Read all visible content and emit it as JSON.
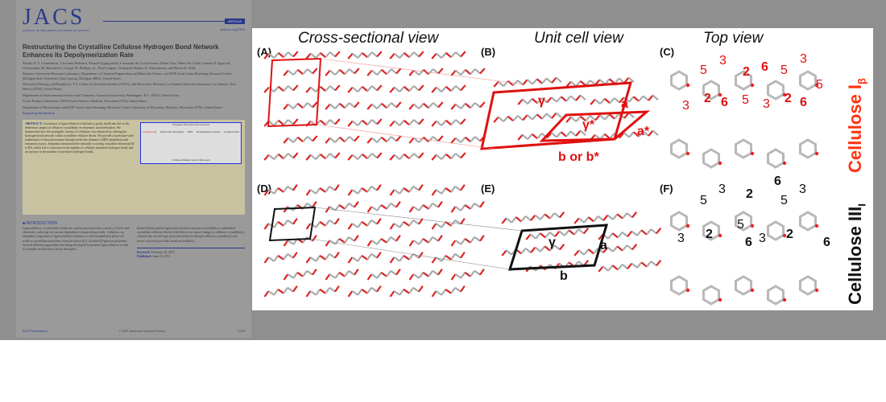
{
  "paper": {
    "journal_logo": "JACS",
    "journal_subtitle": "JOURNAL OF THE AMERICAN CHEMICAL SOCIETY",
    "article_badge": "ARTICLE",
    "journal_url": "pubs.acs.org/JACS",
    "title": "Restructuring the Crystalline Cellulose Hydrogen Bond Network Enhances Its Depolymerization Rate",
    "authors": "Shishir P. S. Chundawat, Giovanni Bellesia, Nirmal Uppugundla, Leonardo da Costa Sousa, Dahai Gao, Albert M. Cheh, Umesh P. Agarwal, Christopher M. Bianchetti, George N. Phillips, Jr., Paul Langan, Venkatesh Balan, S. Gnanakaran, and Bruce E. Dale",
    "affiliations": [
      "Biomass Conversion Research Laboratory, Department of Chemical Engineering and Materials Science, and DOE Great Lakes Bioenergy Research Center, Michigan State University, East Lansing, Michigan 48824, United States",
      "Theoretical Biology and Biophysics, T-6, Center for Nonlinear Studies (CNLS), and Bioscience Division, Los Alamos National Laboratory, Los Alamos, New Mexico 87545, United States",
      "Department of Environmental Science and Chemistry, American University, Washington, D.C. 20016, United States",
      "Forest Product Laboratory, USDA Forest Service, Madison, Wisconsin 53726, United States",
      "Department of Biochemistry and DOE Great Lakes Bioenergy Research Center, University of Wisconsin, Madison, Wisconsin 53706, United States"
    ],
    "supporting_info": "Supporting Information",
    "abstract_label": "ABSTRACT:",
    "abstract": "Conversion of lignocellulose to biofuels is partly inefficient due to the deleterious impact of cellulose crystallinity on enzymatic saccharification. We demonstrate how the synergistic activity of cellulases was enhanced by altering the hydrogen bond network within crystalline cellulose fibrils. We provide a molecular-scale explanation of these phenomena through molecular dynamics (MD) simulations and enzymatic assays. Ammonia transformed the naturally occurring crystalline allomorph Iβ to IIII, which led to a decrease in the number of cellulose intrasheet hydrogen bonds and an increase in the number of intersheet hydrogen bonds...",
    "toc": {
      "top": "Synergistic Hydrolysis Rate Increased",
      "bottom": "Cellulose Binding Capacity Decreased",
      "left": "Cellulose Iβ",
      "right": "Cellulose IIII",
      "mid1": "Molecular Modeling",
      "mid2": "NH3",
      "mid3": "Experimental Assays"
    },
    "intro_heading": "INTRODUCTION",
    "intro_col1": "Lignocellulose, a renewable feedstock, can be processed into a variety of fuels and chemicals, reducing our current dependence on petroleum crude. Cellulose, an abundant component of lignocellulosic biomass, is self-assembled in plant cell walls as crystalline nanofibers from the linear β-(1,4) linked D-glucose polymers. Several different approaches are being developed to pretreat lignocellulose so that its complex architecture can be disrupted...",
    "intro_col2": "hemicellulose and/or lignin and increases enzyme accessibility to embedded crystalline cellulose fibrils (with little or no major change to cellulose crystallinity), whereas the second type proceeds further to disrupt cellulose crystallinity and hence increase glycosidic bond accessibility...",
    "received_label": "Received:",
    "received": "February 18, 2011",
    "published_label": "Published:",
    "published": "June 18, 2011",
    "publisher": "ACS Publications",
    "copyright": "© 2011 American Chemical Society",
    "page": "11163"
  },
  "figure": {
    "headers": [
      "Cross-sectional view",
      "Unit cell view",
      "Top view"
    ],
    "panels": [
      "(A)",
      "(B)",
      "(C)",
      "(D)",
      "(E)",
      "(F)"
    ],
    "b_labels": {
      "gamma": "γ",
      "gamma_star": "γ*",
      "a": "a",
      "a_star": "a*",
      "b": "b or b*"
    },
    "e_labels": {
      "gamma": "γ",
      "a": "a",
      "b": "b"
    },
    "c_numbers": [
      "3",
      "5",
      "2",
      "6",
      "5",
      "3",
      "5",
      "3",
      "2",
      "6",
      "5",
      "3",
      "2",
      "6"
    ],
    "f_numbers": [
      "5",
      "3",
      "2",
      "6",
      "5",
      "3",
      "3",
      "2",
      "5",
      "6",
      "3",
      "2",
      "6"
    ],
    "side_top": "Cellulose I",
    "side_top_sub": "β",
    "side_bottom": "Cellulose III",
    "side_bottom_sub": "I",
    "colors": {
      "red": "#e01010",
      "orange": "#ff3311"
    }
  }
}
